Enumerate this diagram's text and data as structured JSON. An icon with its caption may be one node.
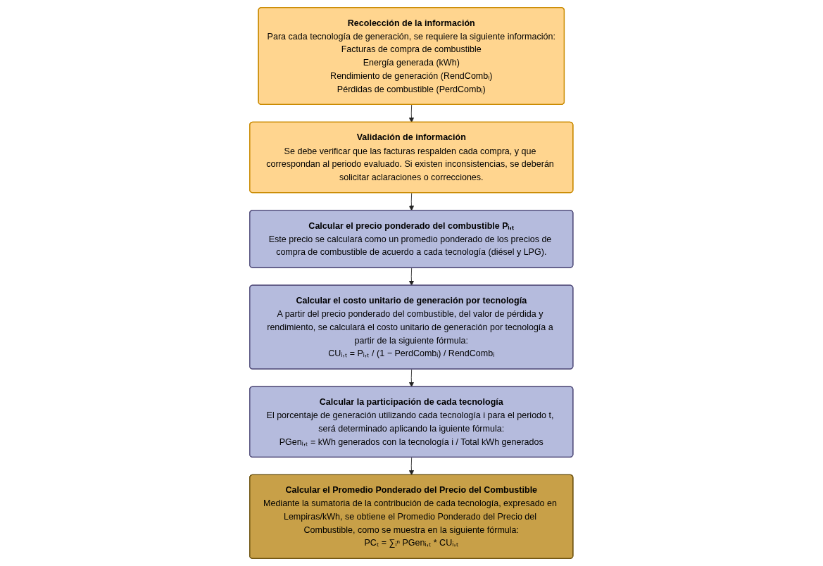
{
  "diagram": {
    "nodes": [
      {
        "text": [
          "Recolección de la información",
          "Para cada tecnología de generación, se requiere la siguiente información:",
          "Facturas de compra de combustible",
          "Energía generada (kWh)",
          "Rendimiento de generación (RendCombᵢ)",
          "Pérdidas de combustible (PerdCombᵢ)"
        ]
      },
      {
        "text": [
          "Validación de información",
          "Se debe verificar que las facturas respalden cada compra, y que correspondan al periodo evaluado. Si existen inconsistencias, se deberán solicitar aclaraciones o correcciones."
        ]
      },
      {
        "text": [
          "Calcular el costo unitario de generación por tecnología",
          "A partir del precio ponderado del combustible, del valor de pérdida y rendimiento, se calculará el costo unitario de generación por tecnología a partir de la siguiente fórmula:",
          "CUᵢ,ₜ = Pᵢ,ₜ / (1 − PerdCombᵢ) / RendCombᵢ"
        ]
      },
      {
        "text": [
          "Calcular el precio ponderado del combustible Pᵢ,ₜ",
          "Este precio se calculará como un promedio ponderado de los precios de compra de combustible de acuerdo a cada tecnología (diésel y LPG)."
        ]
      },
      {
        "text": [
          "Calcular la participación de cada tecnología",
          "El porcentaje de generación utilizando cada tecnología i para el periodo t, será determinado aplicando la iguiente fórmula:",
          "PGenᵢ,ₜ = kWh generados con la tecnología i / Total kWh generados"
        ]
      },
      {
        "text": [
          "Calcular el Promedio Ponderado del Precio del Combustible",
          "Mediante la sumatoria de la contribución de cada tecnología, expresado en Lempiras/kWh, se obtiene el Promedio Ponderado del Precio del Combustible, como se muestra en la siguiente fórmula:",
          "PCₜ = ∑ᵢⁿ PGenᵢ,ₜ * CUᵢ,ₜ"
        ]
      }
    ],
    "edges": [
      {
        "from": 0,
        "to": 1,
        "arrow": "to"
      },
      {
        "from": 1,
        "to": 3,
        "arrow": "to"
      },
      {
        "from": 3,
        "to": 2,
        "arrow": "to"
      },
      {
        "from": 2,
        "to": 4,
        "arrow": "to"
      },
      {
        "from": 4,
        "to": 5,
        "arrow": "to"
      }
    ]
  }
}
